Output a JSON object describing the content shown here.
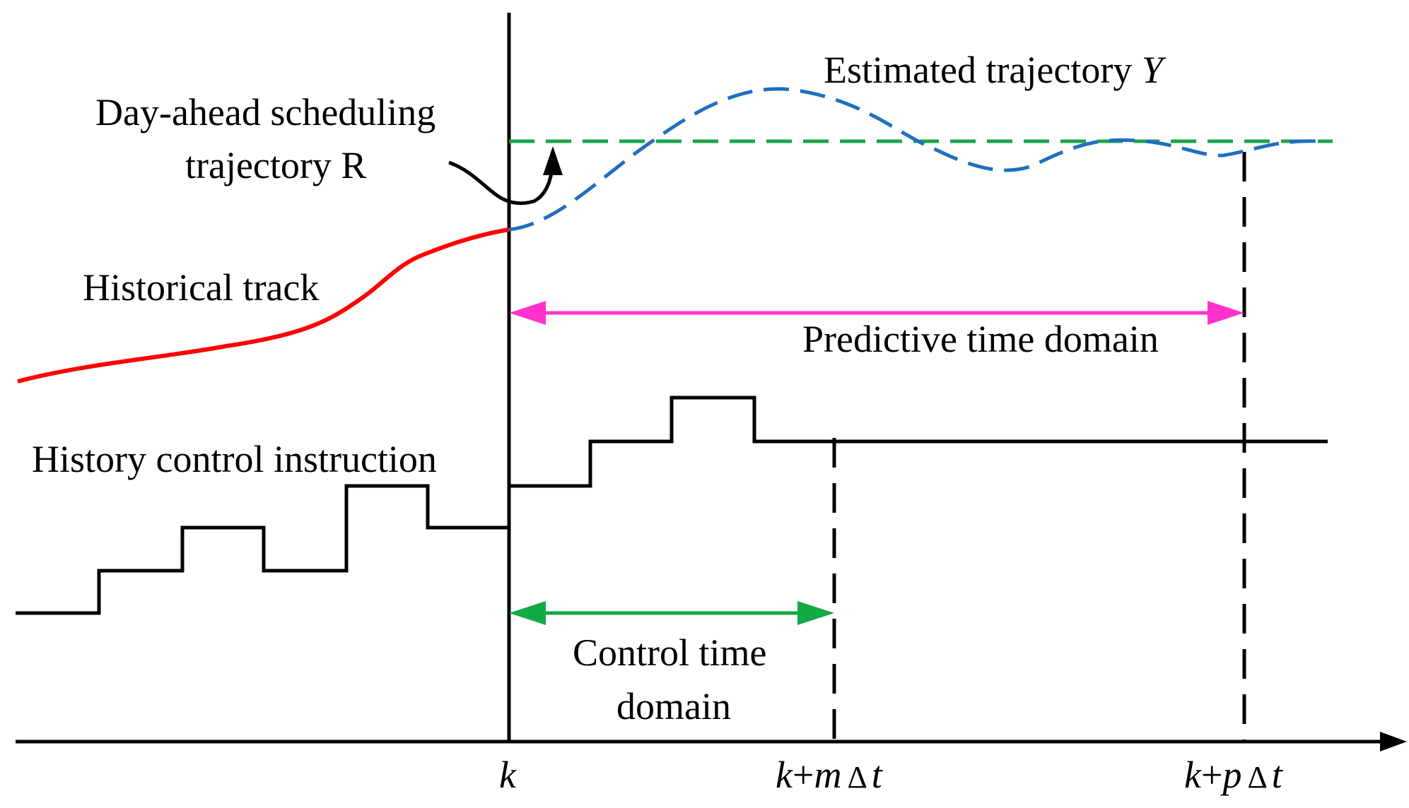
{
  "labels": {
    "estimated_trajectory": "Estimated trajectory ",
    "estimated_trajectory_symbol": "Y",
    "day_ahead_line1": "Day-ahead scheduling",
    "day_ahead_line2": "trajectory R",
    "historical_track": "Historical track",
    "predictive_time_domain": "Predictive time domain",
    "history_control_instruction": "History control instruction",
    "control_time_domain_line1": "Control time",
    "control_time_domain_line2": "domain"
  },
  "axis_ticks": {
    "k": {
      "k": "k"
    },
    "k_plus_m": {
      "k": "k",
      "plus": "+",
      "var": "m",
      "delta": "Δ",
      "t": "t"
    },
    "k_plus_p": {
      "k": "k",
      "plus": "+",
      "var": "p",
      "delta": "Δ",
      "t": "t"
    }
  },
  "colors": {
    "axis": "#000000",
    "historical_track": "#ff0000",
    "estimated_trajectory": "#1f6fbf",
    "day_ahead_reference": "#1aa34a",
    "predictive_arrow": "#ff33cc",
    "control_arrow": "#11aa44",
    "control_instruction": "#000000"
  }
}
